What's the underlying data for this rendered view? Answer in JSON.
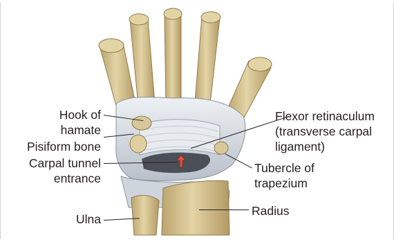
{
  "labels": {
    "hook_of_hamate": [
      "Hook of",
      "hamate"
    ],
    "pisiform_bone": "Pisiform bone",
    "carpal_tunnel_entrance": [
      "Carpal tunnel",
      "entrance"
    ],
    "ulna": "Ulna",
    "flexor_retinaculum": [
      "Flexor retinaculum",
      "(transverse carpal",
      "ligament)"
    ],
    "tubercle_of_trapezium": [
      "Tubercle of",
      "trapezium"
    ],
    "radius": "Radius"
  },
  "colors": {
    "bone": "#d8c79a",
    "bone_shadow": "#b9a573",
    "ligament": "#dfe4ea",
    "ligament_shadow": "#a8b0bc",
    "tunnel_dark": "#4a4f58",
    "arrow": "#e0523f"
  }
}
